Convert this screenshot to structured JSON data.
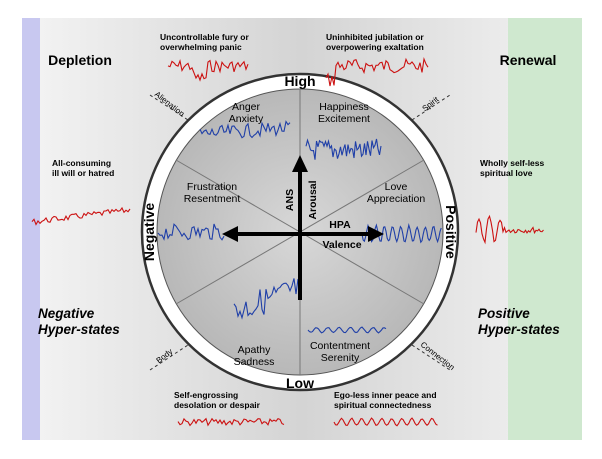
{
  "colors": {
    "left_band": "#c8c8f0",
    "right_band": "#cfe8cf",
    "red_trace": "#cc1111",
    "blue_trace": "#1f3fa8",
    "disc_fill": "#c4c4c4",
    "ring_fill": "#ffffff"
  },
  "corners": {
    "depletion": "Depletion",
    "renewal": "Renewal",
    "negative_hyper": [
      "Negative",
      "Hyper-states"
    ],
    "positive_hyper": [
      "Positive",
      "Hyper-states"
    ]
  },
  "outer_notes": {
    "top_left": [
      "Uncontrollable fury or",
      "overwhelming panic"
    ],
    "top_right": [
      "Uninhibited jubilation or",
      "overpowering exaltation"
    ],
    "mid_left": [
      "All-consuming",
      "ill will or hatred"
    ],
    "mid_right": [
      "Wholly self-less",
      "spiritual love"
    ],
    "bottom_left": [
      "Self-engrossing",
      "desolation or despair"
    ],
    "bottom_right": [
      "Ego-less inner peace and",
      "spiritual connectedness"
    ]
  },
  "ring": {
    "high": "High",
    "low": "Low",
    "negative": "Negative",
    "positive": "Positive",
    "alienation": "Alienation",
    "spirit": "Spirit",
    "body": "Body",
    "connection": "Connection"
  },
  "sectors": {
    "anger_anxiety": [
      "Anger",
      "Anxiety"
    ],
    "happiness_excitement": [
      "Happiness",
      "Excitement"
    ],
    "love_appreciation": [
      "Love",
      "Appreciation"
    ],
    "frustration_resentment": [
      "Frustration",
      "Resentment"
    ],
    "apathy_sadness": [
      "Apathy",
      "Sadness"
    ],
    "contentment_serenity": [
      "Contentment",
      "Serenity"
    ]
  },
  "axes": {
    "ans": "ANS",
    "arousal": "Arousal",
    "hpa": "HPA",
    "valence": "Valence"
  }
}
